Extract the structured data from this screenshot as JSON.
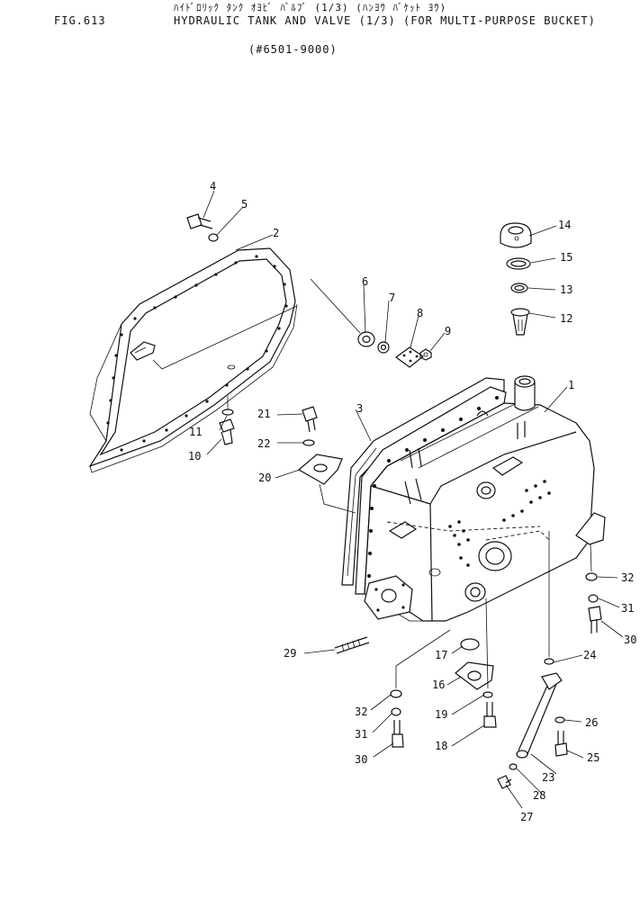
{
  "header": {
    "figure_no": "FIG.613",
    "japanese_title": "ﾊｲﾄﾞﾛﾘｯｸ ﾀﾝｸ ｵﾖﾋﾞ ﾊﾞﾙﾌﾞ (1/3) (ﾊﾝﾖｳ ﾊﾞｹｯﾄ ﾖｳ)",
    "title": "HYDRAULIC TANK AND VALVE (1/3) (FOR MULTI-PURPOSE BUCKET)",
    "serial_range": "(#6501-9000)"
  },
  "callouts": [
    {
      "id": "p1",
      "label": "1"
    },
    {
      "id": "p2",
      "label": "2"
    },
    {
      "id": "p3",
      "label": "3"
    },
    {
      "id": "p4",
      "label": "4"
    },
    {
      "id": "p5",
      "label": "5"
    },
    {
      "id": "p6",
      "label": "6"
    },
    {
      "id": "p7",
      "label": "7"
    },
    {
      "id": "p8",
      "label": "8"
    },
    {
      "id": "p9",
      "label": "9"
    },
    {
      "id": "p10",
      "label": "10"
    },
    {
      "id": "p11",
      "label": "11"
    },
    {
      "id": "p12",
      "label": "12"
    },
    {
      "id": "p13",
      "label": "13"
    },
    {
      "id": "p14",
      "label": "14"
    },
    {
      "id": "p15",
      "label": "15"
    },
    {
      "id": "p16",
      "label": "16"
    },
    {
      "id": "p17",
      "label": "17"
    },
    {
      "id": "p18",
      "label": "18"
    },
    {
      "id": "p19",
      "label": "19"
    },
    {
      "id": "p20",
      "label": "20"
    },
    {
      "id": "p21",
      "label": "21"
    },
    {
      "id": "p22",
      "label": "22"
    },
    {
      "id": "p23",
      "label": "23"
    },
    {
      "id": "p24",
      "label": "24"
    },
    {
      "id": "p25",
      "label": "25"
    },
    {
      "id": "p26",
      "label": "26"
    },
    {
      "id": "p27",
      "label": "27"
    },
    {
      "id": "p28",
      "label": "28"
    },
    {
      "id": "p29",
      "label": "29"
    },
    {
      "id": "p30a",
      "label": "30"
    },
    {
      "id": "p30b",
      "label": "30"
    },
    {
      "id": "p31a",
      "label": "31"
    },
    {
      "id": "p31b",
      "label": "31"
    },
    {
      "id": "p32a",
      "label": "32"
    },
    {
      "id": "p32b",
      "label": "32"
    }
  ]
}
